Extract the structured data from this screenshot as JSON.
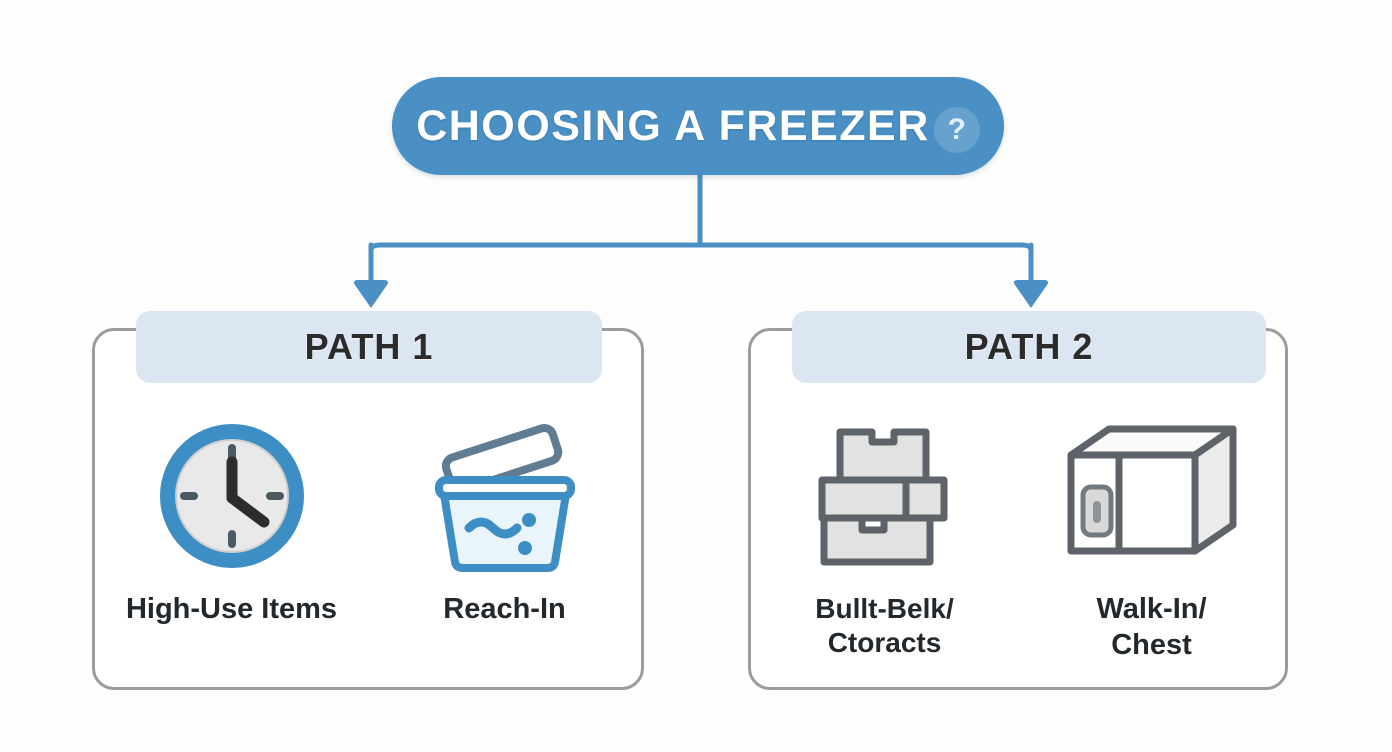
{
  "diagram": {
    "title": "CHOOSING A FREEZER",
    "title_badge": "?",
    "background_color": "#fdfdfd",
    "accent_color": "#4a90c4",
    "band_color": "#dbe6f2",
    "card_border_color": "#9c9c9c",
    "text_color": "#23282c"
  },
  "paths": [
    {
      "header": "PATH 1",
      "items": [
        {
          "label": "High-Use Items",
          "icon": "clock-icon"
        },
        {
          "label": "Reach-In",
          "icon": "food-container-icon"
        }
      ]
    },
    {
      "header": "PATH 2",
      "items": [
        {
          "label": "Bullt-Belk/\nCtoracts",
          "icon": "stacked-boxes-icon"
        },
        {
          "label": "Walk-In/\nChest",
          "icon": "walk-in-freezer-icon"
        }
      ]
    }
  ]
}
